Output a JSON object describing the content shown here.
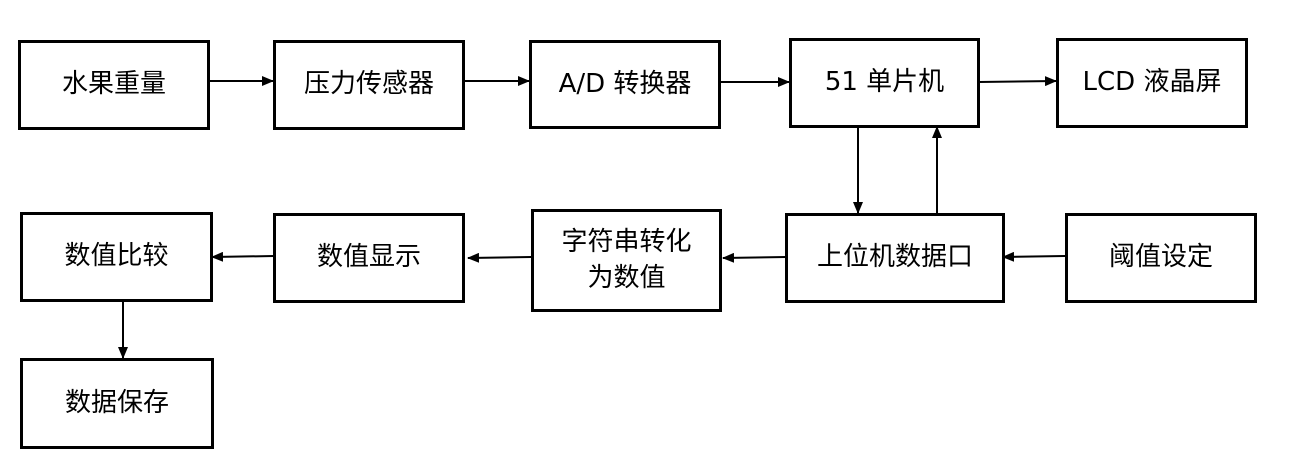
{
  "nodes": {
    "fruit_weight": "水果重量",
    "pressure_sensor": "压力传感器",
    "ad_converter": "A/D 转换器",
    "mcu_51": "51 单片机",
    "lcd_screen": "LCD 液晶屏",
    "value_compare": "数值比较",
    "value_display": "数值显示",
    "string_to_value_line1": "字符串转化",
    "string_to_value_line2": "为数值",
    "host_data_port": "上位机数据口",
    "threshold_setting": "阈值设定",
    "data_save": "数据保存"
  },
  "edges": [
    {
      "from": "fruit_weight",
      "to": "pressure_sensor"
    },
    {
      "from": "pressure_sensor",
      "to": "ad_converter"
    },
    {
      "from": "ad_converter",
      "to": "mcu_51"
    },
    {
      "from": "mcu_51",
      "to": "lcd_screen"
    },
    {
      "from": "mcu_51",
      "to": "host_data_port"
    },
    {
      "from": "host_data_port",
      "to": "mcu_51"
    },
    {
      "from": "threshold_setting",
      "to": "host_data_port"
    },
    {
      "from": "host_data_port",
      "to": "string_to_value"
    },
    {
      "from": "string_to_value",
      "to": "value_display"
    },
    {
      "from": "value_display",
      "to": "value_compare"
    },
    {
      "from": "value_compare",
      "to": "data_save"
    }
  ]
}
